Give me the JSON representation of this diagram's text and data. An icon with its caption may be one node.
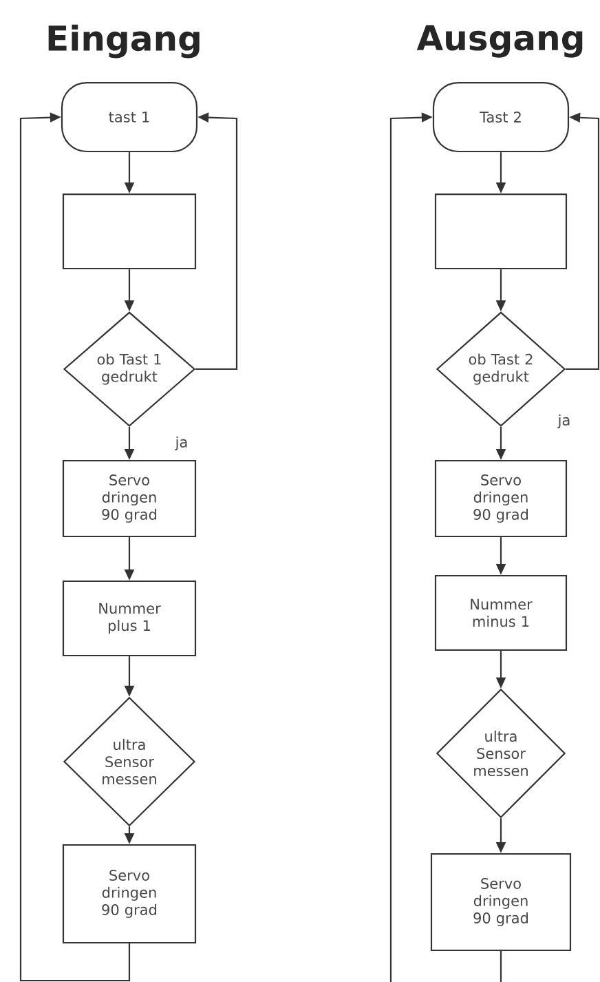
{
  "diagram": {
    "nodes": [
      {
        "text": [
          "tast 1"
        ]
      },
      {
        "text": [],
        "shape": "box"
      },
      {
        "text": [
          "ob Tast 1 gedrukt"
        ]
      },
      {
        "text": [
          "Servo dringen 90 grad"
        ]
      },
      {
        "text": [
          "Nummer plus 1"
        ]
      },
      {
        "text": [
          "ultra Sensor messen"
        ]
      },
      {
        "text": [
          "Servo dringen 90 grad"
        ]
      },
      {
        "text": [
          "Tast 2"
        ]
      },
      {
        "text": [],
        "shape": "box"
      },
      {
        "text": [
          "ob Tast 2 gedrukt"
        ]
      },
      {
        "text": [
          "Servo dringen 90 grad"
        ]
      },
      {
        "text": [
          "Nummer minus 1"
        ]
      },
      {
        "text": [
          "ultra Sensor messen"
        ]
      },
      {
        "text": [
          "Servo dringen 90 grad"
        ]
      }
    ],
    "edges": [
      {
        "from": 0,
        "to": 1,
        "arrow": "to"
      },
      {
        "from": 1,
        "to": 2,
        "arrow": "to"
      },
      {
        "from": 2,
        "to": 3,
        "arrow": "to",
        "label": "ja"
      },
      {
        "from": 3,
        "to": 4,
        "arrow": "to"
      },
      {
        "from": 4,
        "to": 5,
        "arrow": "to"
      },
      {
        "from": 5,
        "to": 6,
        "arrow": "to"
      },
      {
        "from": 2,
        "to": 0,
        "arrow": "to"
      },
      {
        "from": 6,
        "to": 0,
        "arrow": "to"
      },
      {
        "from": 7,
        "to": 8,
        "arrow": "to"
      },
      {
        "from": 8,
        "to": 9,
        "arrow": "to"
      },
      {
        "from": 9,
        "to": 10,
        "arrow": "to",
        "label": "ja"
      },
      {
        "from": 10,
        "to": 11,
        "arrow": "to"
      },
      {
        "from": 11,
        "to": 12,
        "arrow": "to"
      },
      {
        "from": 12,
        "to": 13,
        "arrow": "to"
      },
      {
        "from": 9,
        "to": 7,
        "arrow": "to"
      },
      {
        "from": 13,
        "to": 7,
        "arrow": "to"
      }
    ],
    "labels": [
      "Eingang",
      "Ausgang"
    ]
  }
}
